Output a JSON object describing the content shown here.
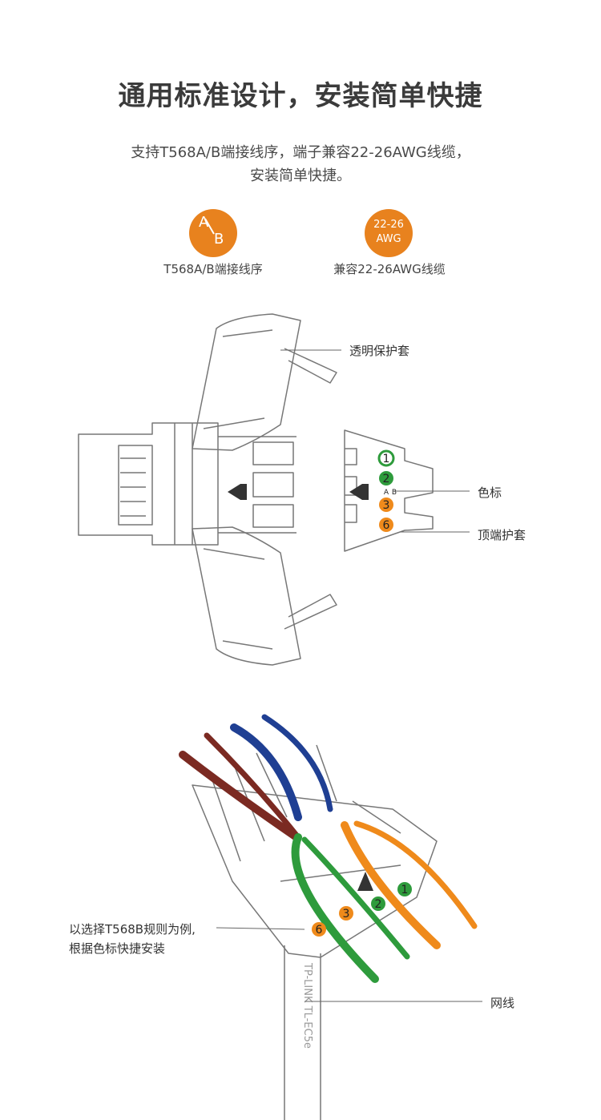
{
  "header": {
    "title": "通用标准设计，安装简单快捷",
    "desc_line1": "支持T568A/B端接线序，端子兼容22-26AWG线缆，",
    "desc_line2": "安装简单快捷。"
  },
  "features": {
    "ab": {
      "a": "A",
      "b": "B",
      "caption": "T568A/B端接线序"
    },
    "awg": {
      "line1": "22-26",
      "line2": "AWG",
      "caption": "兼容22-26AWG线缆"
    }
  },
  "diagram1": {
    "label_cover": "透明保护套",
    "label_color": "色标",
    "label_top": "顶端护套",
    "numbers": [
      "1",
      "2",
      "3",
      "6"
    ],
    "ab_marks": [
      "A",
      "B"
    ]
  },
  "diagram2": {
    "label_example_line1": "以选择T568B规则为例,",
    "label_example_line2": "根据色标快捷安装",
    "label_cable": "网线",
    "cable_text": "TP-LINK TL-EC5e",
    "numbers": [
      "1",
      "2",
      "3",
      "6"
    ]
  },
  "colors": {
    "accent": "#e8821e",
    "wire_brown": "#7b2a22",
    "wire_blue": "#1f3f93",
    "wire_green": "#2e9b3c",
    "wire_orange": "#ef8a1b"
  }
}
